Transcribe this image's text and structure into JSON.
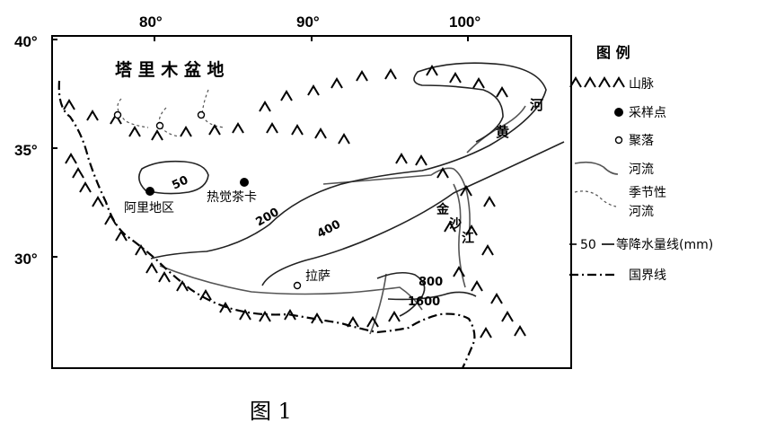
{
  "map": {
    "lon_ticks": [
      "80°",
      "90°",
      "100°"
    ],
    "lat_ticks": [
      "40°",
      "35°",
      "30°"
    ],
    "basin_label": "塔 里 木 盆 地",
    "places": {
      "ali": "阿里地区",
      "reijue_chaka": "热觉茶卡",
      "lhasa": "拉萨",
      "yellow_river_1": "河",
      "yellow_river_2": "黄",
      "jinsha_1": "金",
      "jinsha_2": "沙",
      "jinsha_3": "江"
    },
    "isohyets": [
      "50",
      "200",
      "400",
      "800",
      "1600"
    ]
  },
  "legend": {
    "title": "图 例",
    "items": [
      {
        "symbol": "mountain",
        "label": "山脉"
      },
      {
        "symbol": "dot-filled",
        "label": "采样点"
      },
      {
        "symbol": "dot-open",
        "label": "聚落"
      },
      {
        "symbol": "river",
        "label": "河流"
      },
      {
        "symbol": "seasonal-river",
        "label_1": "季节性",
        "label_2": "河流"
      },
      {
        "symbol": "isohyet",
        "value": "50",
        "label": "等降水量线(mm)"
      },
      {
        "symbol": "border",
        "label": "国界线"
      }
    ]
  },
  "caption": "图 1"
}
